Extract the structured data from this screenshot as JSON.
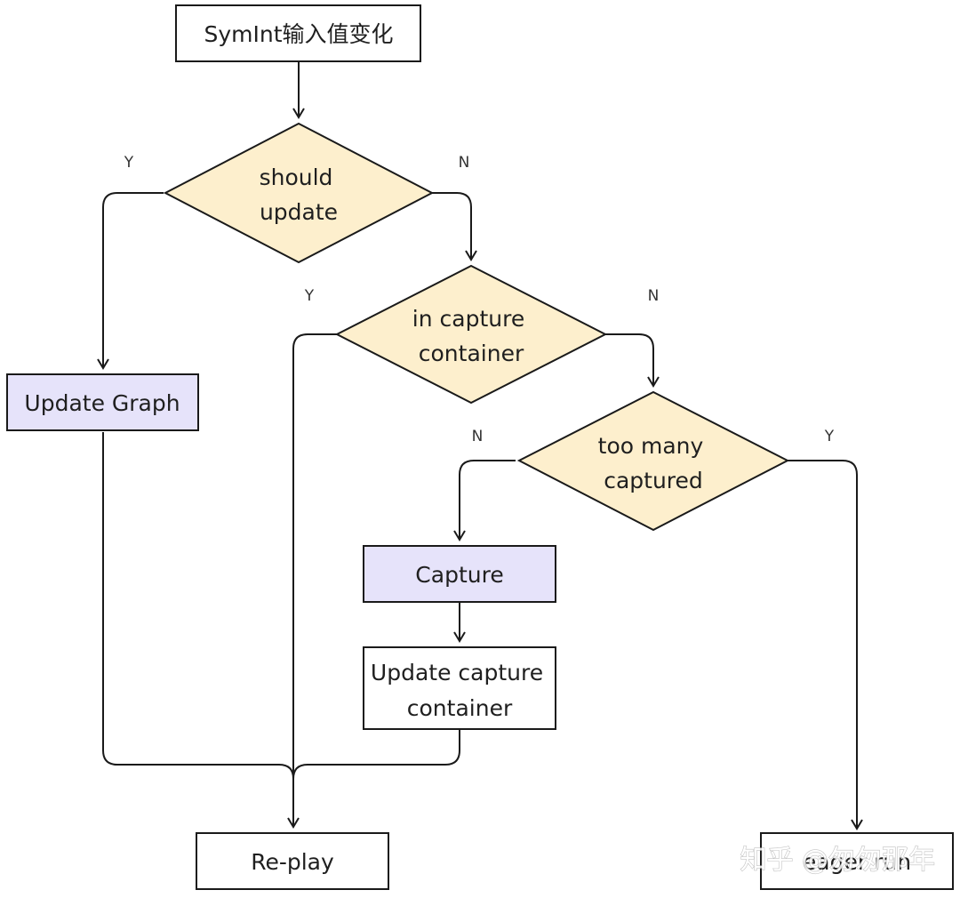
{
  "colors": {
    "decision_fill": "#fdefcd",
    "action_fill": "#e6e3fa",
    "plain_fill": "#ffffff",
    "stroke": "#1a1a1a"
  },
  "nodes": {
    "start": "SymInt输入值变化",
    "should_update": [
      "should",
      "update"
    ],
    "in_capture": [
      "in capture",
      "container"
    ],
    "too_many": [
      "too many",
      "captured"
    ],
    "update_graph": "Update Graph",
    "capture": "Capture",
    "update_capture": [
      "Update capture",
      "container"
    ],
    "replay": "Re-play",
    "eager": "eager run"
  },
  "edge_labels": {
    "should_update_yes": "Y",
    "should_update_no": "N",
    "in_capture_yes": "Y",
    "in_capture_no": "N",
    "too_many_no": "N",
    "too_many_yes": "Y"
  },
  "watermark": "知乎 @匆匆那年"
}
